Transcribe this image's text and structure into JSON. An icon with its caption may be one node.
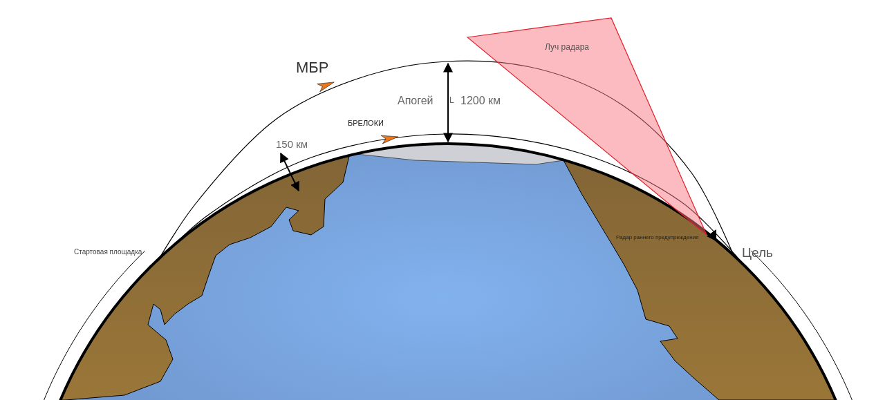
{
  "diagram": {
    "nodes": [
      {
        "text": [
          "Луч радара"
        ]
      }
    ],
    "labels": [
      "МБР",
      "Апогей",
      "L",
      "1200 км",
      "БРЕЛОКИ",
      "150 км",
      "Стартовая площадка",
      "Радар раннего предупреждения",
      "Цель"
    ]
  }
}
